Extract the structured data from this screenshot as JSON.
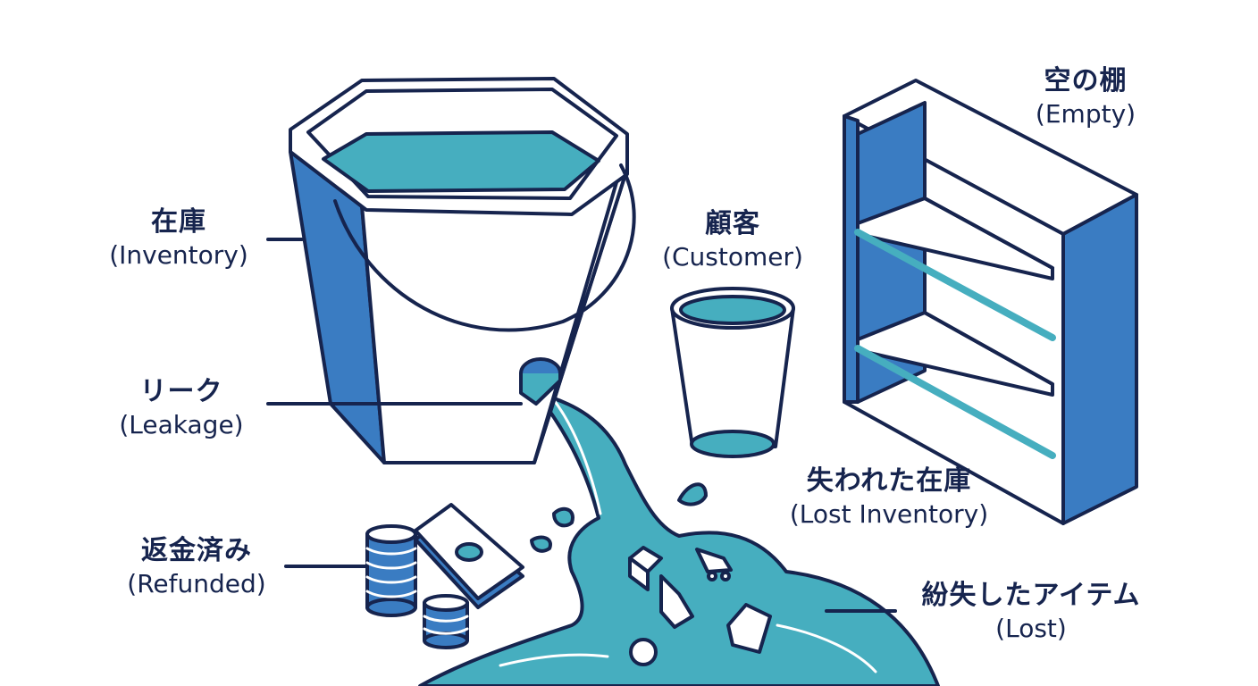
{
  "labels": {
    "inventory": {
      "jp": "在庫",
      "en": "(Inventory)"
    },
    "leakage": {
      "jp": "リーク",
      "en": "(Leakage)"
    },
    "refunded": {
      "jp": "返金済み",
      "en": "(Refunded)"
    },
    "customer": {
      "jp": "顧客",
      "en": "(Customer)"
    },
    "empty_shelf": {
      "jp": "空の棚",
      "en": "(Empty)"
    },
    "lost_inventory": {
      "jp": "失われた在庫",
      "en": "(Lost Inventory)"
    },
    "lost_items": {
      "jp": "紛失したアイテム",
      "en": "(Lost)"
    }
  },
  "colors": {
    "navy": "#16244e",
    "blue": "#3a7cc2",
    "teal": "#46aebf",
    "white": "#ffffff"
  },
  "icons": [
    "bucket-icon",
    "handle-icon",
    "spout-icon",
    "cup-icon",
    "shelf-icon",
    "coin-stack-icon",
    "banknote-stack-icon",
    "box-icon",
    "cart-icon",
    "receipt-icon",
    "ball-icon"
  ]
}
